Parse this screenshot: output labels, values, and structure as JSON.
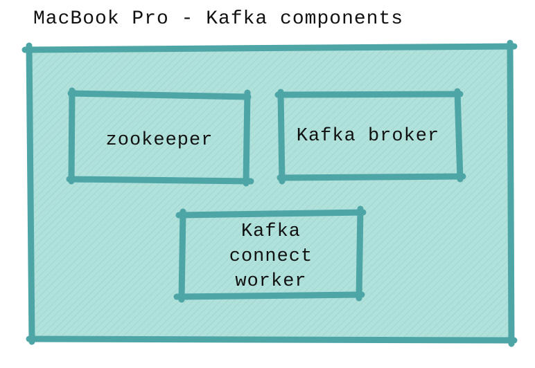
{
  "title": "MacBook Pro - Kafka components",
  "colors": {
    "stroke": "#4ea5a6",
    "fill": "#b0e1db",
    "hatch": "#a2d6d0",
    "text": "#111111"
  },
  "container": {
    "label": "MacBook Pro",
    "components": [
      {
        "id": "zookeeper",
        "lines": [
          "zookeeper"
        ]
      },
      {
        "id": "kafka-broker",
        "lines": [
          "Kafka broker"
        ]
      },
      {
        "id": "kafka-connect-worker",
        "lines": [
          "Kafka",
          "connect",
          "worker"
        ]
      }
    ]
  }
}
